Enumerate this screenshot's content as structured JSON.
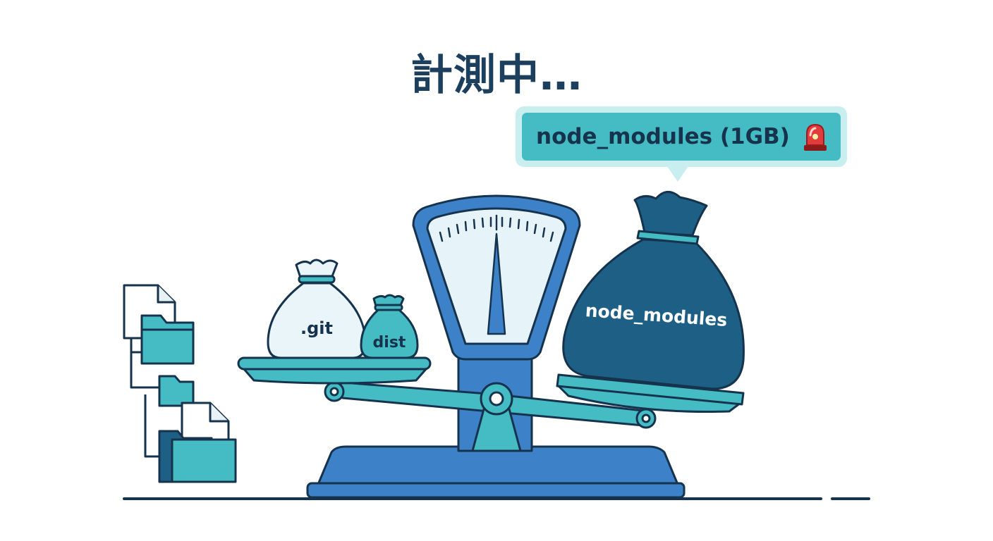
{
  "title": "計測中…",
  "callout": {
    "text": "node_modules (1GB)",
    "icon": "rotating-light-icon"
  },
  "bags": {
    "git": ".git",
    "dist": "dist",
    "node_modules": "node_modules"
  },
  "colors": {
    "navy": "#16334d",
    "teal": "#45bcc4",
    "blue": "#3d82c8",
    "dark_bag": "#1e5f85",
    "light_bag": "#eaf5fa"
  }
}
